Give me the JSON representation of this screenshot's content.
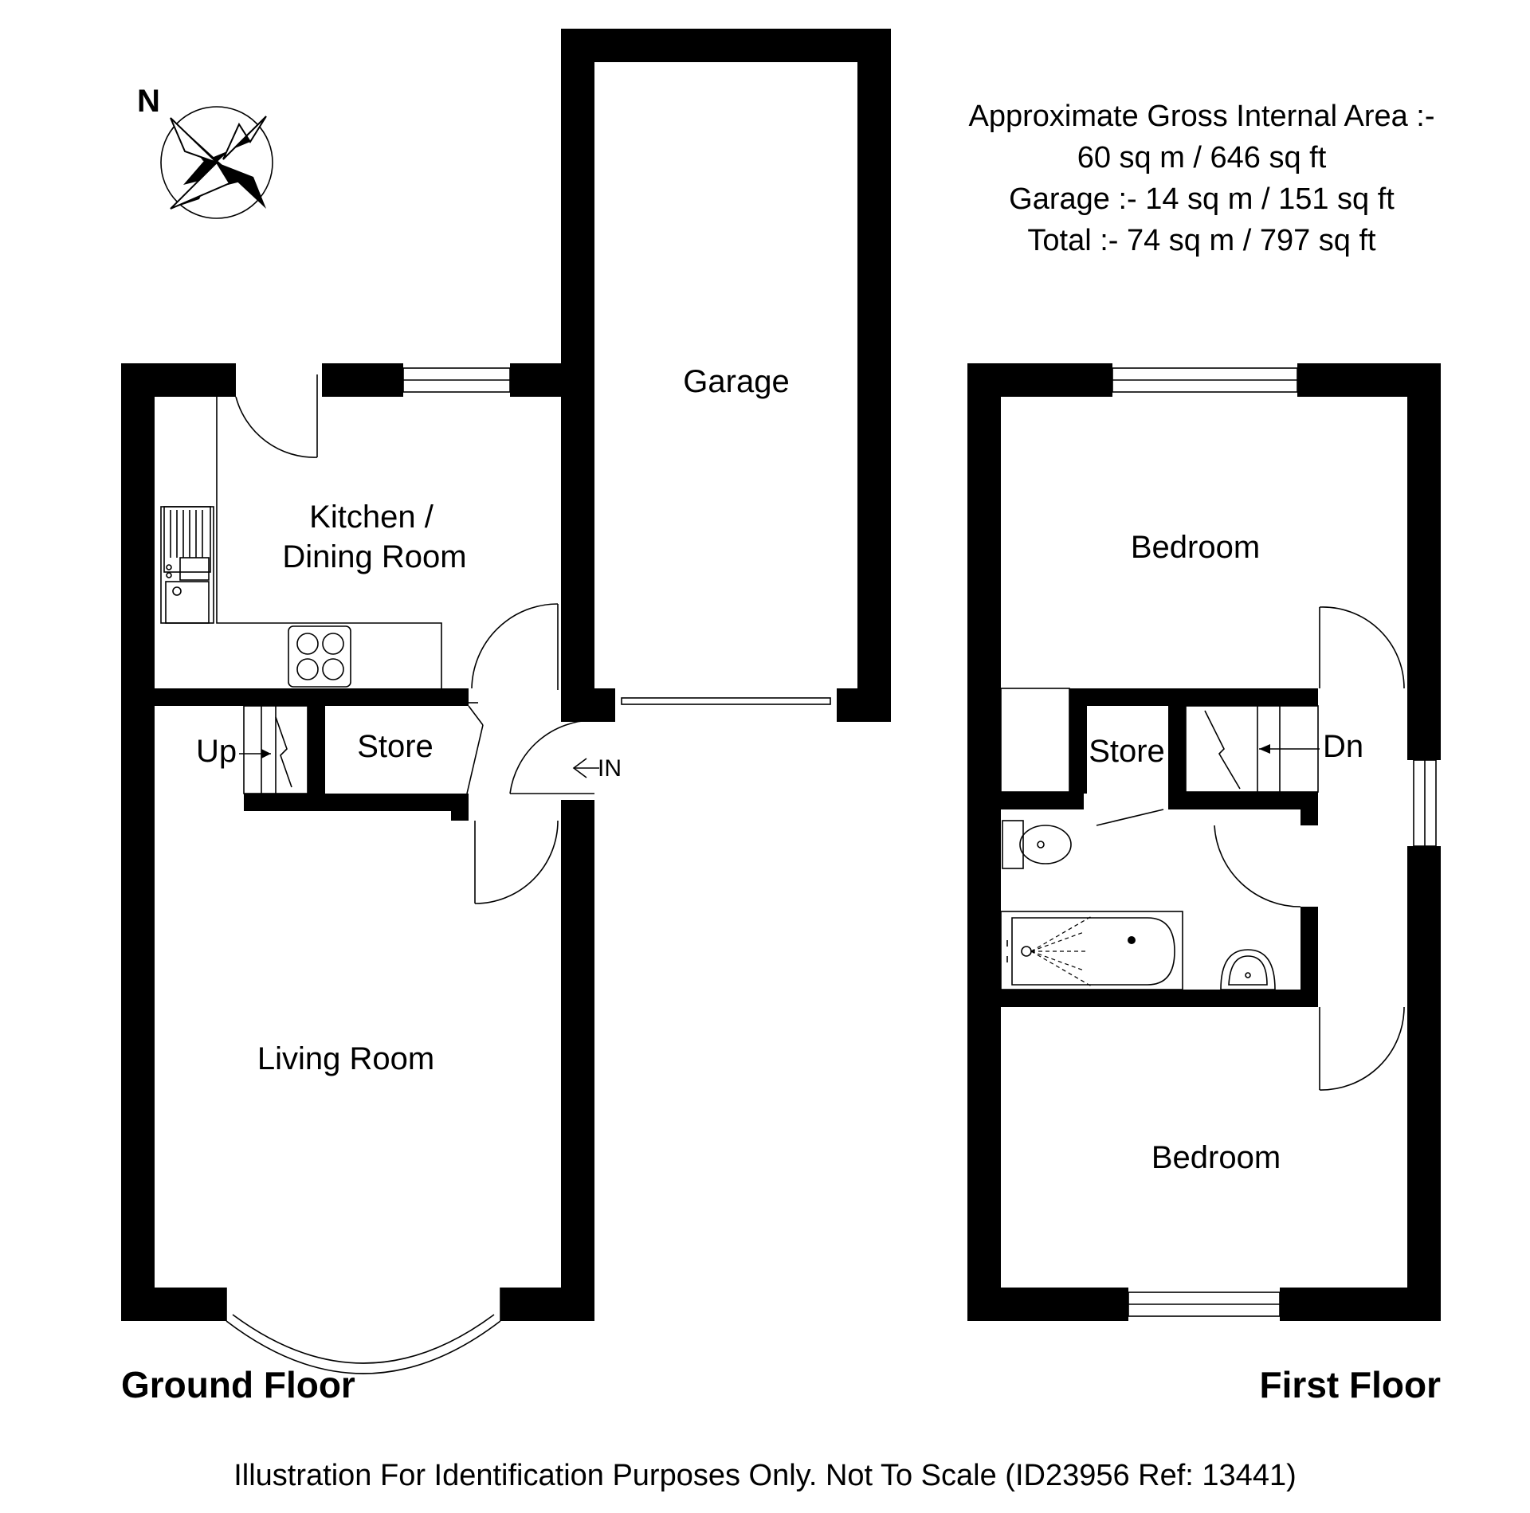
{
  "compass": {
    "label": "N",
    "icon": "north-compass-icon"
  },
  "area_info": {
    "line1": "Approximate Gross Internal Area :-",
    "line2": "60 sq m / 646 sq ft",
    "line3": "Garage :- 14 sq m / 151 sq ft",
    "line4": "Total :- 74 sq m / 797 sq ft"
  },
  "ground_floor": {
    "title": "Ground Floor",
    "rooms": {
      "kitchen_line1": "Kitchen /",
      "kitchen_line2": "Dining Room",
      "store": "Store",
      "living": "Living Room",
      "garage": "Garage"
    },
    "stairs_label": "Up",
    "entrance_label": "IN"
  },
  "first_floor": {
    "title": "First Floor",
    "rooms": {
      "bedroom_top": "Bedroom",
      "store": "Store",
      "bedroom_bottom": "Bedroom"
    },
    "stairs_label": "Dn"
  },
  "footer": "Illustration For Identification Purposes Only. Not To Scale (ID23956 Ref: 13441)"
}
